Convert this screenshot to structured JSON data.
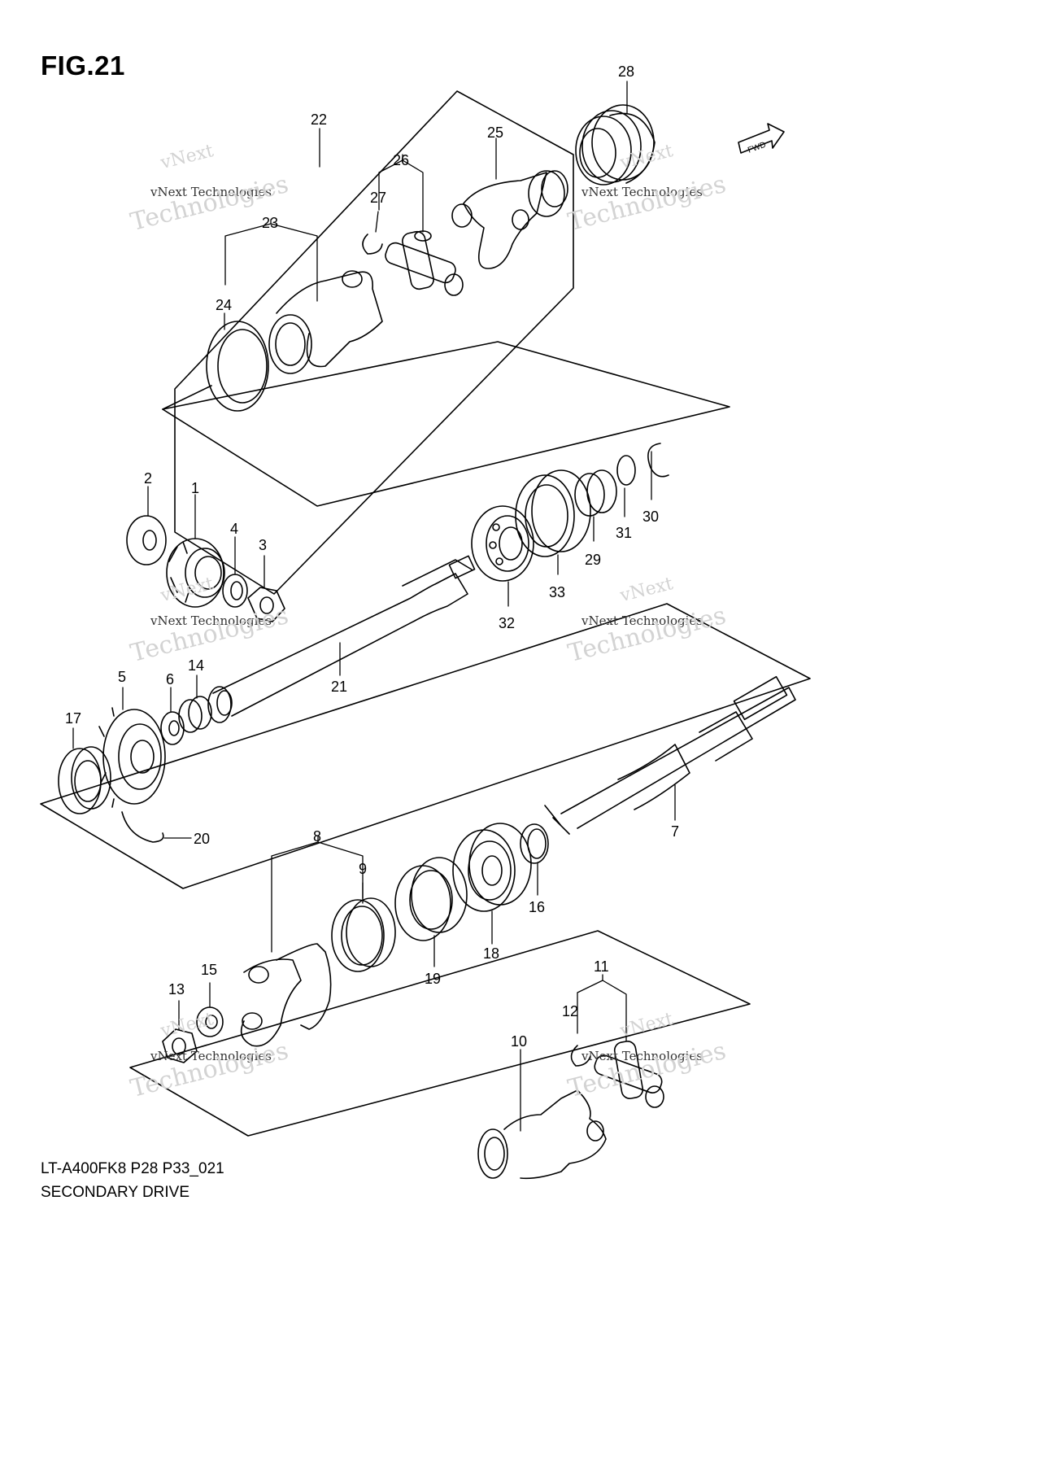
{
  "figure": {
    "title": "FIG.21",
    "model_code": "LT-A400FK8 P28 P33_021",
    "section_name": "SECONDARY DRIVE",
    "fwd_badge": "FWD"
  },
  "watermark": {
    "small": "vNext Technologies",
    "big": "Technologies",
    "top": "vNext"
  },
  "callouts": [
    "1",
    "2",
    "3",
    "4",
    "5",
    "6",
    "7",
    "8",
    "9",
    "10",
    "11",
    "12",
    "13",
    "14",
    "15",
    "16",
    "17",
    "18",
    "19",
    "20",
    "21",
    "22",
    "23",
    "24",
    "25",
    "26",
    "27",
    "28",
    "29",
    "30",
    "31",
    "32",
    "33"
  ]
}
